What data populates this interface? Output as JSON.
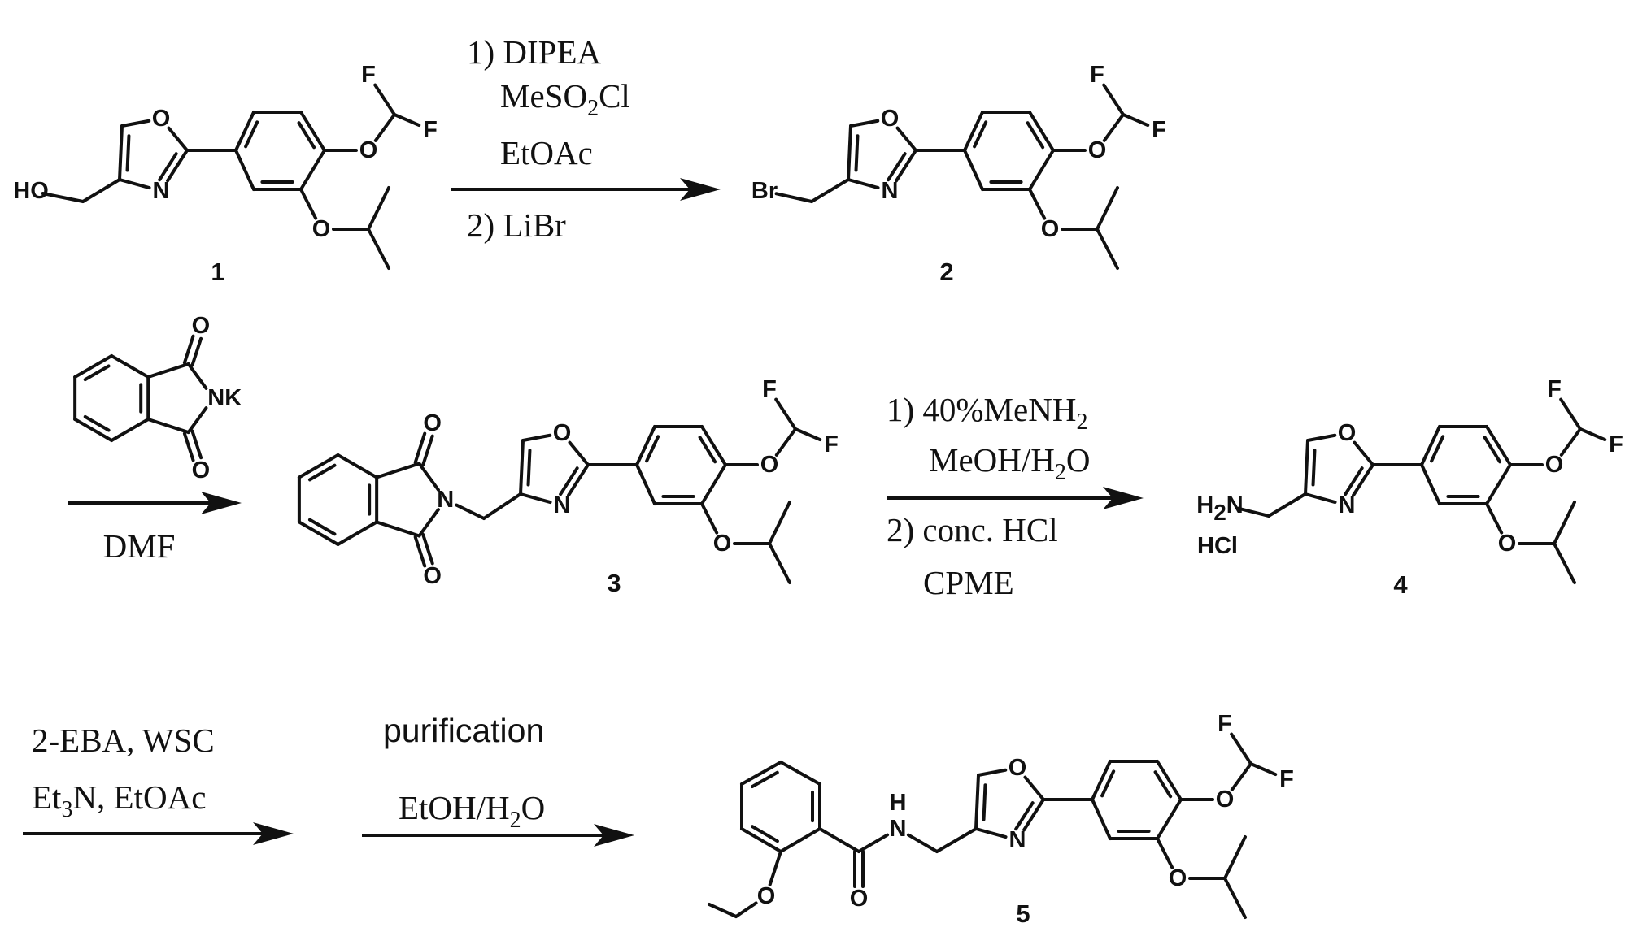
{
  "atoms": {
    "O": "O",
    "N": "N",
    "F": "F",
    "HO": "HO",
    "Br": "Br",
    "H": "H",
    "H2N": {
      "main": "H",
      "sub": "2",
      "tail": "N"
    },
    "HCl": "HCl",
    "NK": "NK"
  },
  "compounds": [
    "1",
    "2",
    "3",
    "4",
    "5"
  ],
  "step1": {
    "line1": "1) DIPEA",
    "line2": {
      "main": "MeSO",
      "sub": "2",
      "tail": "Cl"
    },
    "line3": "EtOAc",
    "line4": "2) LiBr"
  },
  "step2": {
    "solvent": "DMF"
  },
  "step3": {
    "line1": {
      "main": "1)  40%MeNH",
      "sub": "2"
    },
    "line2": {
      "main": "MeOH/H",
      "sub": "2",
      "tail": "O"
    },
    "line3": "2) conc. HCl",
    "line4": "CPME"
  },
  "step4": {
    "line1": "2-EBA, WSC",
    "line2": {
      "main": "Et",
      "sub": "3",
      "tail": "N, EtOAc"
    }
  },
  "step5": {
    "line1": "purification",
    "line2": {
      "main": "EtOH/H",
      "sub": "2",
      "tail": "O"
    }
  }
}
